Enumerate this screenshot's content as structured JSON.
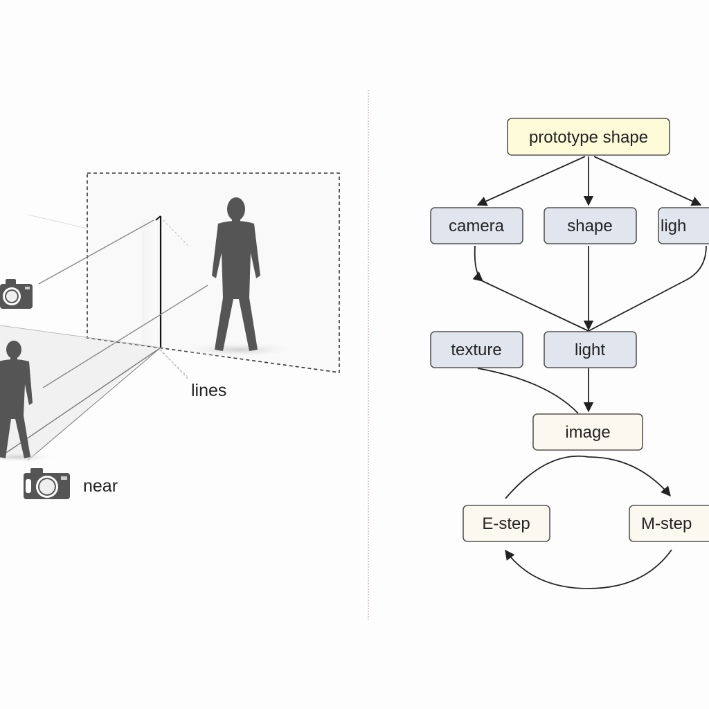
{
  "scene": {
    "labels": {
      "lines": "lines",
      "near": "near"
    },
    "icons": [
      "camera-icon",
      "person-silhouette-icon"
    ]
  },
  "flowchart": {
    "nodes": {
      "prototype": "prototype shape",
      "camera": "camera",
      "shape": "shape",
      "light_top": "ligh",
      "texture": "texture",
      "light": "light",
      "image": "image",
      "estep": "E-step",
      "mstep": "M-step"
    }
  },
  "colors": {
    "prototype_fill": "#fdfbd8",
    "middle_fill": "#e1e5ee",
    "bottom_fill": "#fbf9ef",
    "node_border": "#555555",
    "silhouette": "#555555",
    "divider": "#c9a89a"
  }
}
